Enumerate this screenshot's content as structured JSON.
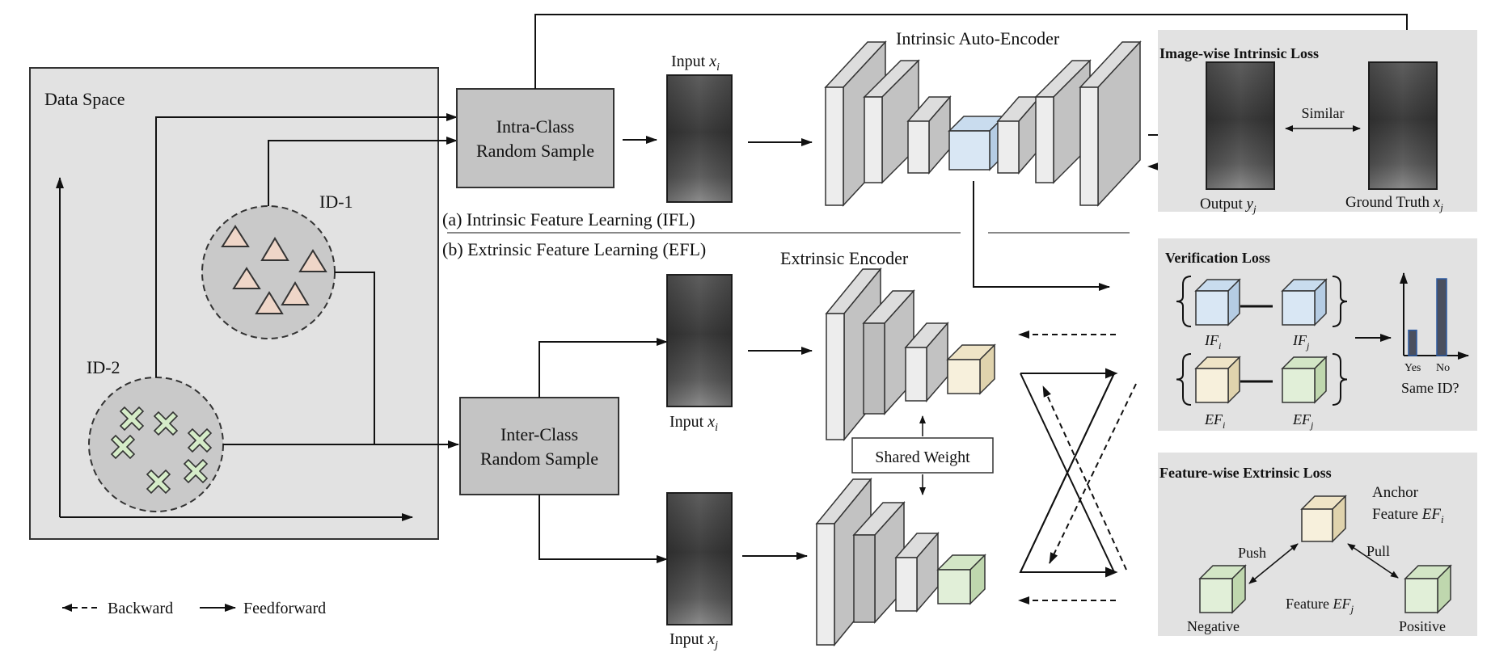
{
  "data_space": {
    "title": "Data Space",
    "id1_label": "ID-1",
    "id2_label": "ID-2"
  },
  "legend": {
    "backward": "Backward",
    "feedforward": "Feedforward"
  },
  "blocks": {
    "intra_line1": "Intra-Class",
    "intra_line2": "Random Sample",
    "inter_line1": "Inter-Class",
    "inter_line2": "Random Sample"
  },
  "inputs": {
    "top_label": "Input",
    "top_var": "x",
    "top_sub": "i",
    "mid_label": "Input",
    "mid_var": "x",
    "mid_sub": "i",
    "bot_label": "Input",
    "bot_var": "x",
    "bot_sub": "j"
  },
  "sections": {
    "ifl": "(a) Intrinsic Feature Learning (IFL)",
    "efl": "(b) Extrinsic Feature Learning (EFL)"
  },
  "encoders": {
    "auto_encoder": "Intrinsic Auto-Encoder",
    "extrinsic_encoder": "Extrinsic Encoder",
    "shared_weight": "Shared Weight"
  },
  "image_loss": {
    "title": "Image-wise Intrinsic Loss",
    "similar": "Similar",
    "output_label": "Output",
    "output_var": "y",
    "output_sub": "j",
    "gt_label": "Ground Truth",
    "gt_var": "x",
    "gt_sub": "j"
  },
  "verification": {
    "title": "Verification Loss",
    "if_i": "IF",
    "if_i_sub": "i",
    "if_j": "IF",
    "if_j_sub": "j",
    "ef_i": "EF",
    "ef_i_sub": "i",
    "ef_j": "EF",
    "ef_j_sub": "j",
    "yes": "Yes",
    "no": "No",
    "question": "Same ID?",
    "bar_yes": 0.33,
    "bar_no": 1.0
  },
  "feature_loss": {
    "title": "Feature-wise Extrinsic Loss",
    "anchor_line1": "Anchor",
    "anchor_line2": "Feature",
    "anchor_var": "EF",
    "anchor_sub": "i",
    "push": "Push",
    "pull": "Pull",
    "feature": "Feature",
    "feature_var": "EF",
    "feature_sub": "j",
    "negative": "Negative",
    "positive": "Positive"
  },
  "colors": {
    "panel_fill": "#e2e2e2",
    "panel_stroke": "#333333",
    "block_fill": "#c4c4c4",
    "cluster_fill": "#c9c9c9",
    "layer_front": "#ededed",
    "layer_top": "#dddddd",
    "layer_side": "#c2c2c2",
    "triangle_fill": "#efd6c8",
    "cross_fill": "#d5ecc8",
    "cube_blue": "#d9e7f4",
    "cube_cream": "#f7f0dc",
    "cube_green": "#e1efd8",
    "bar_fill": "#4a4f5e",
    "bar_stroke": "#2c5aa0"
  }
}
